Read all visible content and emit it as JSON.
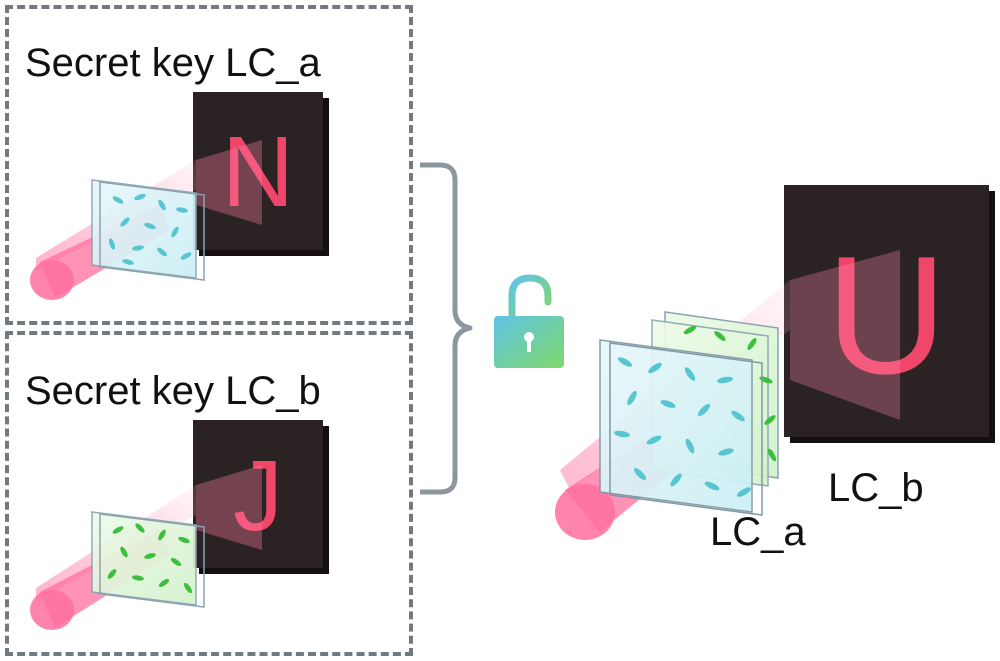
{
  "key_a": {
    "title": "Secret key LC_a",
    "screen_letter": "N"
  },
  "key_b": {
    "title": "Secret key LC_b",
    "screen_letter": "J"
  },
  "combined": {
    "screen_letter": "U",
    "label_a": "LC_a",
    "label_b": "LC_b"
  },
  "icons": {
    "bracket": "curly-bracket-icon",
    "lock": "unlocked-padlock-icon"
  },
  "colors": {
    "beam": "#ff6f9c",
    "screen": "#2b2224",
    "letter": "#f0466a",
    "lc_a_molecules": "#58c6d2",
    "lc_b_molecules": "#3cbf3c",
    "dashed_border": "#707a80"
  }
}
